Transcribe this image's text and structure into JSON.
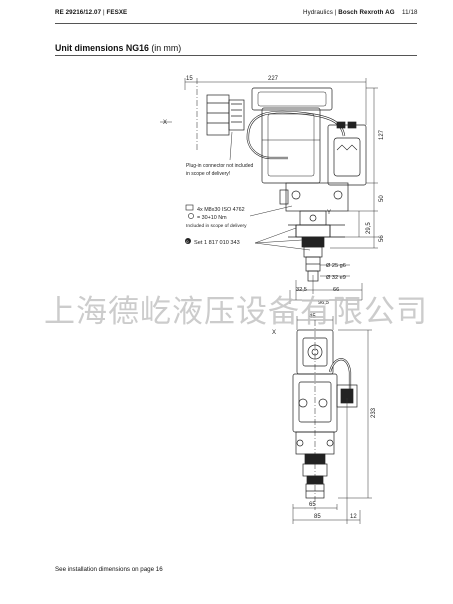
{
  "header": {
    "doc_ref": "RE 29216/12.07",
    "doc_code": "FESXE",
    "category": "Hydraulics",
    "company": "Bosch Rexroth AG",
    "page": "11/18"
  },
  "title": {
    "main": "Unit dimensions NG16",
    "unit": "(in mm)"
  },
  "drawing_top": {
    "dim_15": "15",
    "dim_227": "227",
    "dim_127": "127",
    "dim_50": "50",
    "dim_29_5": "29,5",
    "dim_56": "56",
    "dim_32_5": "32,5",
    "dim_66": "66",
    "dim_96_5": "96,5",
    "dia_25": "Ø 25 g6",
    "dia_32": "Ø 32 e9",
    "x_label": "X",
    "y_label": "Y",
    "plug_note_line1": "Plug-in connector not included",
    "plug_note_line2": "in scope of delivery!",
    "screws": "4x M8x30 ISO 4762",
    "torque": "= 30+10 Nm",
    "screws_note": "Included in scope of delivery",
    "seal_set": "Set 1 817 010 343",
    "seal_marker": "0"
  },
  "drawing_bottom": {
    "dim_45": "45",
    "dim_233": "233",
    "dim_65": "65",
    "dim_85": "85",
    "dim_12": "12",
    "x_label": "X"
  },
  "watermark": "上海德屹液压设备有限公司",
  "footer": "See installation dimensions on page 16"
}
